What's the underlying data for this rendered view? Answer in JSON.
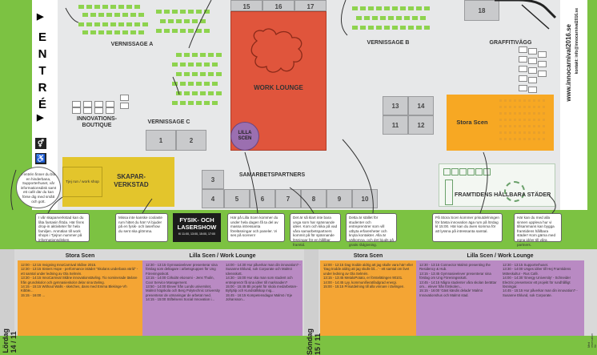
{
  "entrance": {
    "arrow": "▶",
    "letters": [
      "E",
      "N",
      "T",
      "R",
      "É"
    ]
  },
  "side_url": {
    "url": "www.innocarnival2016.se",
    "contact": "kontakt: info@innocarnival2016.se"
  },
  "areas": {
    "vernissage_a": "VERNISSAGE A",
    "vernissage_b": "VERNISSAGE B",
    "vernissage_c": "VERNISSAGE C",
    "work_lounge": "WORK LOUNGE",
    "lilla_scen": "LILLA SCEN",
    "stora_scen": "Stora Scen",
    "graffitivagg": "GRAFFITIVÄGG",
    "innovations_boutique": "INNOVATIONS-BOUTIQUE",
    "samarbetspartners": "SAMARBETSPARTNERS",
    "skapar_verkstad": "SKAPAR-VERKSTAD",
    "framtidens": "FRAMTIDENS HÅLLBARA STÄDER",
    "tjej_run": "Tjej run / work shop",
    "fysik_title": "FYSIK- OCH LASERSHOW",
    "fysik_sub": "Kl 11:00, 13:00, 15:00, 17:00"
  },
  "booths": {
    "b15": "15",
    "b16": "16",
    "b17": "17",
    "b18": "18",
    "b13": "13",
    "b14": "14",
    "b11": "11",
    "b12": "12",
    "b1": "1",
    "b2": "2",
    "b3": "3",
    "b4": "4",
    "b5": "5",
    "b6": "6",
    "b7": "7",
    "b8": "8",
    "b9": "9",
    "b10": "10"
  },
  "callouts": {
    "info": "I entrén finner du bla en hinderbana, Supporterhuset, vår informationsdisk samt ett café där du kan förse dig med smått och gott.",
    "skapar": "I vår skaparverkstad kan du låta fantasin flöda. Här finns drop-in aktiviteter för hela familjen. Anmälan till work shops i Tjejrun nummer på informationsdisken.",
    "fysik": "Missa inte kanske coolaste rum hittet du här! Vi bjuder på en fysik- och laserhow du sent ska glömma.",
    "lilla": "Här på Lilla Scen kommer du under hela dagen få ta del av massa intressanta föreläsningar och paneler. Vi ses på scenen!",
    "samarbete": "Det är så klart inte bara unga som har spännande idéer. Kom och kika på vad våra samarbetspartners kommit på för spännande lösningar för en hållbar framtid.",
    "lounge": "Detta är stället för studenter och entreprenörer som vill utbyta erfarenheter och knyta kontakter. Alla är välkomna, och det bjuds på gratis rådgivning.",
    "stora": "På Stora Scen kommer prisutdelningen för bästa innovation äga rum på lördag kl 15:00. Här kan du även komma för att lyssna på intressanta samtal.",
    "stader": "Här kan du med alla sinnen uppleva hur vi tillsammans kan bygga framtidens hållbara städer! Kom gärna med egna idéer till våra partners."
  },
  "program": {
    "day1": "Lördag 14 / 11",
    "day2": "Söndag 15 / 11",
    "headers": {
      "stora": "Stora Scen",
      "lilla": "Lilla Scen / Work Lounge"
    },
    "c1": [
      "12:00 - 12:15   Invigning InnoCarnival Skåne 2015.",
      "12:30 - 13:15   Sisters Hope - performance istädet \"Skolans underbara värld\" - ett samtal under ledning av Ola Selmén.",
      "13:30 - 14:15   InnoCarnival Skåne innovationstävling. Tio nominerade tävlare från grundskolor och gymnasieskolor delar sina tävling.",
      "14:15 - 15:15   Without Walls - sketches, dans med Emma Blekinge-Vh Kibble...",
      "15:15 - 16:00   ..."
    ],
    "c2": [
      "12:30 - 13:15   Gymnasieelever presenterar sina förslag som deltagare i arbetsgruppen för Ung Föreningsskott.",
      "13:15 - 14:00   Cirkulär ekonomi - Jens Thulin, Coor Service Management.",
      "13:50 - 14:00   Elever från Lunds universitet, Malmö högskola och Berg Polytechnic University presenterar de utmaningar de arbetat med.",
      "14:15 - 15:00   Stiftelsens Social Innovation i..."
    ],
    "c3": [
      "14:00 - 14:30   Hur påverkar man din innovation? - Susanne Eklund, sok Corporate och Malmö Idensskott.",
      "14:30 - 15:00   Hur ska man som student och entreprenör få sina idéer till marknaden?",
      "15:00 - 15:45   Bli projekt för skola medarbetare- Byhjälp och Kundsällskap mig...",
      "15:45 - 16:15   Kompetensdagar Malmö / Eje Johansson..."
    ],
    "c4": [
      "12:00 - 12:15   Dag trodde aldrig att jag skulle vara här! eller 'Dag trodde aldrig att jag skulle bli...' - ett samtal om livet under ledning av Ola Selmén.",
      "13:15 - 13:45   MetaloPotato, er förstelätingen 90101.",
      "14:00 - 14:45   Lyy, kommunifierat/ladgrad energi.",
      "15:00 - 15:15   Prisutdelning till alla vinnare i tävlingen."
    ],
    "c5": [
      "12:30 - 13:15   Connector Malmö presenting the Residency & Hub.",
      "13:15 - 13:45   Gymnasieelever presenterar sina förslag om Ung Föreningsskott.",
      "13:45 - 14:15   Några studenter våra skolan berättar om... elever från förskolen...",
      "15:15 - 16:00   'Gäst kändis delade' Malmö Innovationshus och Malmö stad."
    ],
    "c6": [
      "12:30 - 13:15   Supporterhuset.",
      "13:30 - 14:00   Unges idéer till Hej Framtidens Möteskultur - Rus Café.",
      "14:00 - 14:30   'Energy University' - Schneider Electric presenterar ett projekt för rundhålligt lösningar.",
      "14:45 - 15:15   Hur påverkar man din innovation? - Susanne Eklund, sok Corporate."
    ],
    "side_note": "Med reservation för eventuella ändringar."
  },
  "colors": {
    "background": "#7cc242",
    "floor": "#e7e8e9",
    "work_lounge": "#e0553c",
    "lilla_scen": "#9b6fb0",
    "stora_scen": "#f7a823",
    "skapar": "#e3c52c",
    "prog_stora": "#f4a534",
    "prog_lilla": "#b98ac3"
  }
}
